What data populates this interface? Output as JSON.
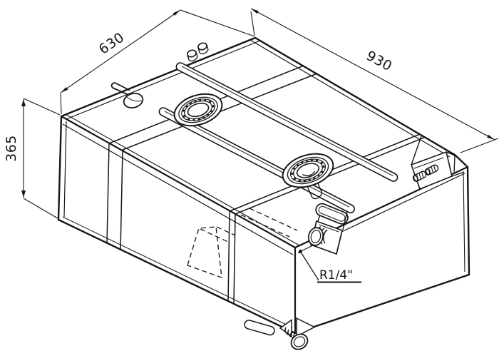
{
  "drawing": {
    "labels": {
      "width": "630",
      "length": "930",
      "height": "365",
      "port": "R1/4\""
    },
    "colors": {
      "line": "#161616",
      "background": "#ffffff"
    }
  }
}
